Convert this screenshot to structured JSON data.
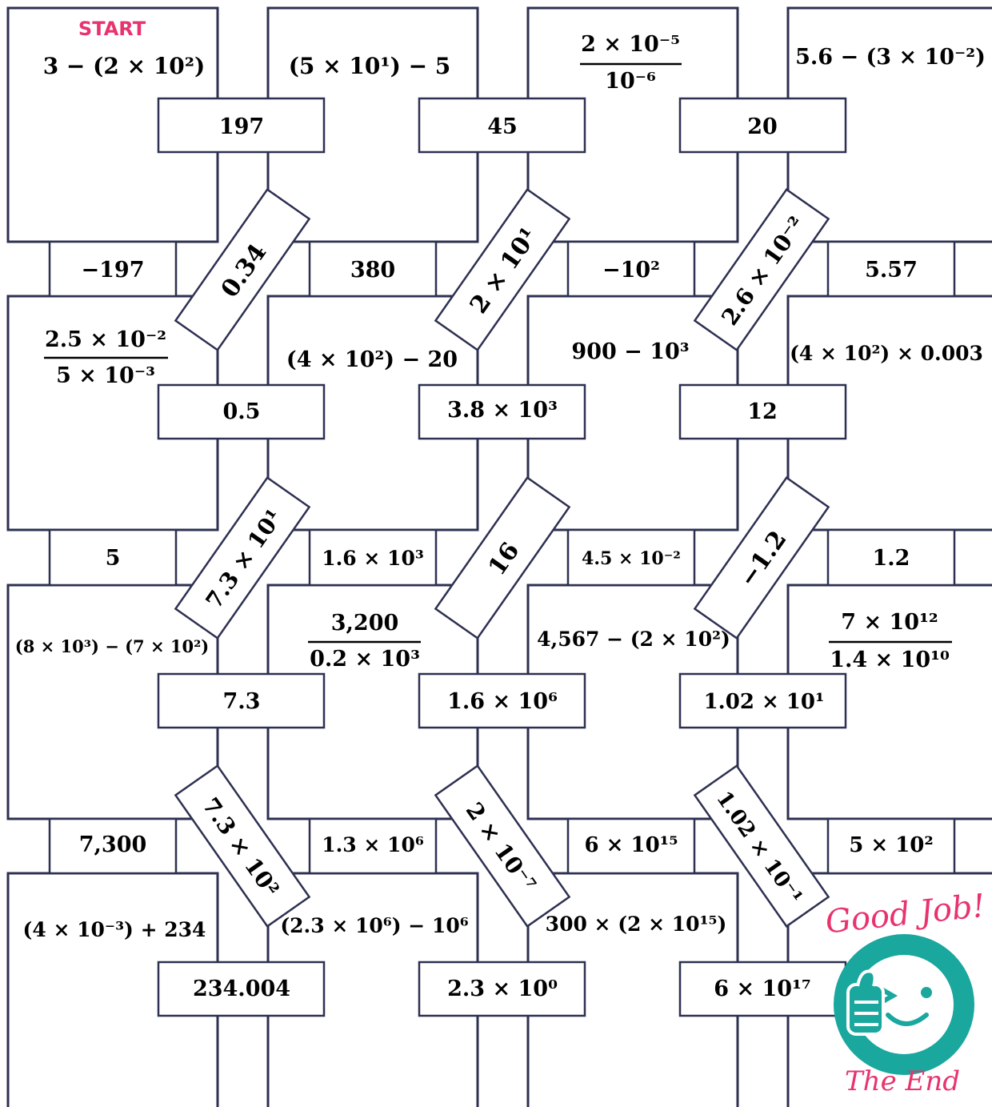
{
  "start_label": "START",
  "good_job": "Good Job!",
  "the_end": "The End",
  "colors": {
    "accent": "#e8336d",
    "teal": "#19a79e",
    "line": "#2d3050"
  },
  "icons": [
    "thumbs-up-icon",
    "wink-face-icon"
  ],
  "questions": {
    "r1c1": "3 − (2 × 10²)",
    "r1c2": "(5 × 10¹) − 5",
    "r1c3_num": "2 × 10⁻⁵",
    "r1c3_den": "10⁻⁶",
    "r1c4": "5.6 − (3 × 10⁻²)",
    "r2c1_num": "2.5 × 10⁻²",
    "r2c1_den": "5 × 10⁻³",
    "r2c2": "(4 × 10²) − 20",
    "r2c3": "900 − 10³",
    "r2c4": "(4 × 10²) × 0.003",
    "r3c1": "(8 × 10³) − (7 × 10²)",
    "r3c2_num": "3,200",
    "r3c2_den": "0.2 × 10³",
    "r3c3": "4,567 − (2 × 10²)",
    "r3c4_num": "7 × 10¹²",
    "r3c4_den": "1.4 × 10¹⁰",
    "r4c1": "(4 × 10⁻³) + 234",
    "r4c2": "(2.3 × 10⁶) − 10⁶",
    "r4c3": "300 × (2 × 10¹⁵)"
  },
  "answers_right": {
    "r1": [
      "197",
      "45",
      "20"
    ],
    "r2": [
      "0.5",
      "3.8 × 10³",
      "12"
    ],
    "r3": [
      "7.3",
      "1.6 × 10⁶",
      "1.02 × 10¹"
    ],
    "r4": [
      "234.004",
      "2.3 × 10⁰",
      "6 × 10¹⁷"
    ]
  },
  "answers_down": {
    "row1": [
      "−197",
      "380",
      "−10²",
      "5.57"
    ],
    "row2": [
      "5",
      "1.6 × 10³",
      "4.5 × 10⁻²",
      "1.2"
    ],
    "row3": [
      "7,300",
      "1.3 × 10⁶",
      "6 × 10¹⁵",
      "5 × 10²"
    ]
  },
  "answers_diagonal": {
    "row1": [
      "0.34",
      "2 × 10¹",
      "2.6 × 10⁻²"
    ],
    "row2": [
      "7.3 × 10¹",
      "16",
      "−1.2"
    ],
    "row3": [
      "7.3 × 10²",
      "2 × 10⁻⁷",
      "1.02 × 10⁻¹"
    ]
  }
}
